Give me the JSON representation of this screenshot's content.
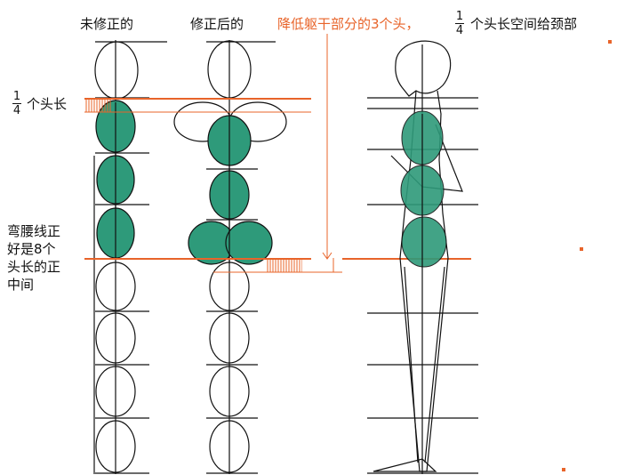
{
  "labels": {
    "uncorrected": "未修正的",
    "corrected": "修正后的",
    "header_orange": "降低躯干部分的3个头，",
    "frac_num": "1",
    "frac_den": "4",
    "header_neck": "个头长空间给颈部",
    "quarter_suffix": "个头长",
    "waist_note": [
      "弯腰线正",
      "好是8个",
      "头长的正",
      "中间"
    ]
  },
  "colors": {
    "accent_orange": "#e8642a",
    "fill_green": "#2e9a7a",
    "fill_green_light": "#44b892",
    "line": "#111111"
  }
}
